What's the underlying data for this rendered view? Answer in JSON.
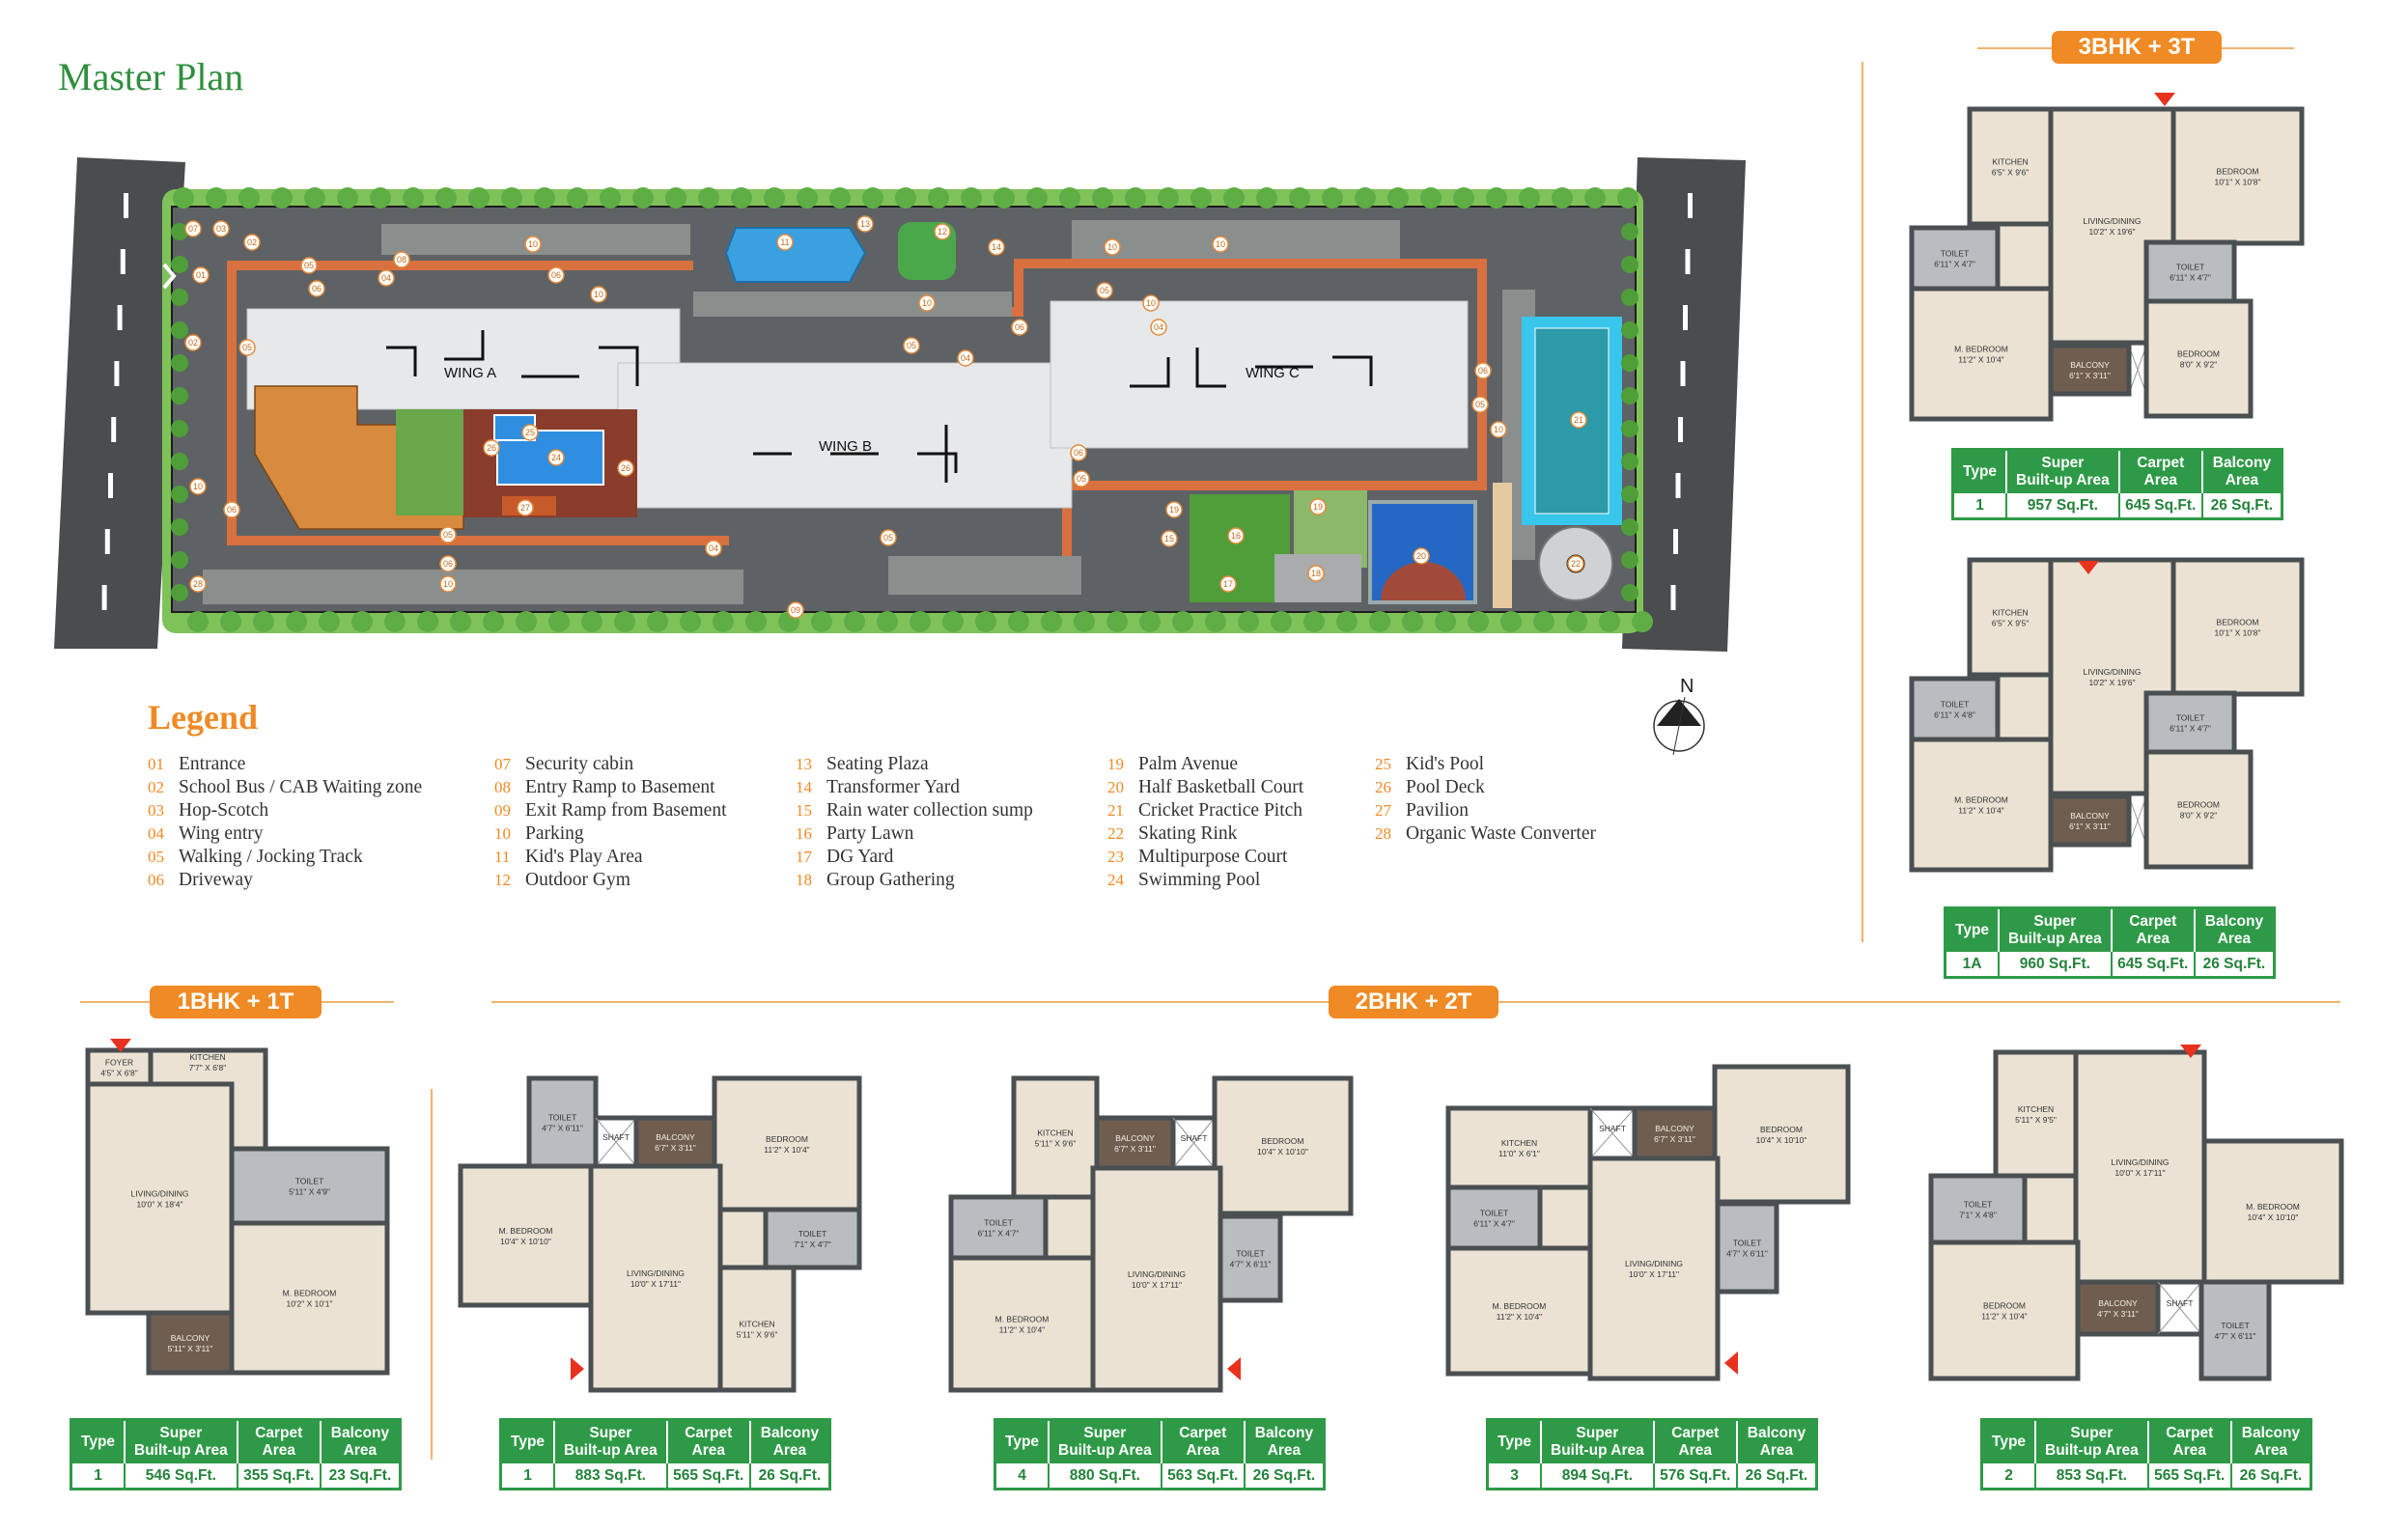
{
  "title": "Master Plan",
  "legend": {
    "title": "Legend",
    "columns": [
      [
        {
          "num": "01",
          "label": "Entrance"
        },
        {
          "num": "02",
          "label": "School Bus / CAB Waiting zone"
        },
        {
          "num": "03",
          "label": "Hop-Scotch"
        },
        {
          "num": "04",
          "label": "Wing entry"
        },
        {
          "num": "05",
          "label": "Walking / Jocking Track"
        },
        {
          "num": "06",
          "label": "Driveway"
        }
      ],
      [
        {
          "num": "07",
          "label": "Security cabin"
        },
        {
          "num": "08",
          "label": "Entry Ramp to Basement"
        },
        {
          "num": "09",
          "label": "Exit Ramp from Basement"
        },
        {
          "num": "10",
          "label": "Parking"
        },
        {
          "num": "11",
          "label": "Kid's Play Area"
        },
        {
          "num": "12",
          "label": "Outdoor Gym"
        }
      ],
      [
        {
          "num": "13",
          "label": "Seating Plaza"
        },
        {
          "num": "14",
          "label": "Transformer Yard"
        },
        {
          "num": "15",
          "label": "Rain water collection sump"
        },
        {
          "num": "16",
          "label": "Party Lawn"
        },
        {
          "num": "17",
          "label": "DG Yard"
        },
        {
          "num": "18",
          "label": "Group Gathering"
        }
      ],
      [
        {
          "num": "19",
          "label": "Palm Avenue"
        },
        {
          "num": "20",
          "label": "Half Basketball Court"
        },
        {
          "num": "21",
          "label": "Cricket Practice Pitch"
        },
        {
          "num": "22",
          "label": "Skating Rink"
        },
        {
          "num": "23",
          "label": "Multipurpose Court"
        },
        {
          "num": "24",
          "label": "Swimming Pool"
        }
      ],
      [
        {
          "num": "25",
          "label": "Kid's Pool"
        },
        {
          "num": "26",
          "label": "Pool Deck"
        },
        {
          "num": "27",
          "label": "Pavilion"
        },
        {
          "num": "28",
          "label": "Organic Waste Converter"
        }
      ]
    ]
  },
  "site_plan": {
    "wings": [
      "WING A",
      "WING B",
      "WING C"
    ],
    "markers": [
      "07",
      "03",
      "02",
      "01",
      "05",
      "06",
      "02",
      "05",
      "08",
      "10",
      "04",
      "06",
      "11",
      "13",
      "10",
      "05",
      "25",
      "24",
      "26",
      "26",
      "27",
      "06",
      "10",
      "28",
      "05",
      "06",
      "10",
      "04",
      "05",
      "09",
      "14",
      "12",
      "10",
      "10",
      "05",
      "06",
      "04",
      "04",
      "06",
      "05",
      "10",
      "21",
      "22",
      "06",
      "05",
      "19",
      "19",
      "16",
      "15",
      "18",
      "20",
      "17",
      "10",
      "10"
    ],
    "compass": "N"
  },
  "sections": {
    "bhk3": "3BHK + 3T",
    "bhk1": "1BHK + 1T",
    "bhk2": "2BHK + 2T"
  },
  "table_headers": {
    "type": "Type",
    "super_1": "Super",
    "super_2": "Built-up Area",
    "carpet_1": "Carpet",
    "carpet_2": "Area",
    "balcony_1": "Balcony",
    "balcony_2": "Area"
  },
  "colors": {
    "accent": "#f08a24",
    "table_green": "#2e9a47",
    "title_green": "#2f8f3e",
    "entry_arrow": "#e8321f"
  },
  "units": [
    {
      "type": "1",
      "super": "957 Sq.Ft.",
      "carpet": "645 Sq.Ft.",
      "balcony": "26 Sq.Ft.",
      "rooms": [
        {
          "name": "KITCHEN",
          "dims": "6'5\" X 9'6\""
        },
        {
          "name": "LIVING/DINING",
          "dims": "10'2\" X 19'6\""
        },
        {
          "name": "BEDROOM",
          "dims": "10'1\" X 10'8\""
        },
        {
          "name": "TOILET",
          "dims": "6'11\" X 4'7\""
        },
        {
          "name": "M. BEDROOM",
          "dims": "11'2\" X 10'4\""
        },
        {
          "name": "BALCONY",
          "dims": "6'1\" X 3'11\""
        },
        {
          "name": "TOILET",
          "dims": "6'11\" X 4'7\""
        },
        {
          "name": "BEDROOM",
          "dims": "8'0\" X 9'2\""
        }
      ]
    },
    {
      "type": "1A",
      "super": "960 Sq.Ft.",
      "carpet": "645 Sq.Ft.",
      "balcony": "26 Sq.Ft.",
      "rooms": [
        {
          "name": "KITCHEN",
          "dims": "6'5\" X 9'5\""
        },
        {
          "name": "LIVING/DINING",
          "dims": "10'2\" X 19'6\""
        },
        {
          "name": "BEDROOM",
          "dims": "10'1\" X 10'8\""
        },
        {
          "name": "TOILET",
          "dims": "6'11\" X 4'8\""
        },
        {
          "name": "M. BEDROOM",
          "dims": "11'2\" X 10'4\""
        },
        {
          "name": "BALCONY",
          "dims": "6'1\" X 3'11\""
        },
        {
          "name": "TOILET",
          "dims": "6'11\" X 4'7\""
        },
        {
          "name": "BEDROOM",
          "dims": "8'0\" X 9'2\""
        }
      ]
    },
    {
      "type": "1",
      "super": "546 Sq.Ft.",
      "carpet": "355 Sq.Ft.",
      "balcony": "23 Sq.Ft.",
      "rooms": [
        {
          "name": "FOYER",
          "dims": "4'5\" X 6'8\""
        },
        {
          "name": "KITCHEN",
          "dims": "7'7\" X 6'8\""
        },
        {
          "name": "LIVING/DINING",
          "dims": "10'0\" X 18'4\""
        },
        {
          "name": "TOILET",
          "dims": "5'11\" X 4'9\""
        },
        {
          "name": "M. BEDROOM",
          "dims": "10'2\" X 10'1\""
        },
        {
          "name": "BALCONY",
          "dims": "5'11\" X 3'11\""
        }
      ]
    },
    {
      "type": "1",
      "super": "883 Sq.Ft.",
      "carpet": "565 Sq.Ft.",
      "balcony": "26 Sq.Ft.",
      "rooms": [
        {
          "name": "TOILET",
          "dims": "4'7\" X 6'11\""
        },
        {
          "name": "SHAFT",
          "dims": ""
        },
        {
          "name": "BALCONY",
          "dims": "6'7\" X 3'11\""
        },
        {
          "name": "BEDROOM",
          "dims": "11'2\" X 10'4\""
        },
        {
          "name": "M. BEDROOM",
          "dims": "10'4\" X 10'10\""
        },
        {
          "name": "LIVING/DINING",
          "dims": "10'0\" X 17'11\""
        },
        {
          "name": "TOILET",
          "dims": "7'1\" X 4'7\""
        },
        {
          "name": "KITCHEN",
          "dims": "5'11\" X 9'6\""
        }
      ]
    },
    {
      "type": "4",
      "super": "880 Sq.Ft.",
      "carpet": "563 Sq.Ft.",
      "balcony": "26 Sq.Ft.",
      "rooms": [
        {
          "name": "KITCHEN",
          "dims": "5'11\" X 9'6\""
        },
        {
          "name": "BALCONY",
          "dims": "6'7\" X 3'11\""
        },
        {
          "name": "SHAFT",
          "dims": ""
        },
        {
          "name": "BEDROOM",
          "dims": "10'4\" X 10'10\""
        },
        {
          "name": "TOILET",
          "dims": "6'11\" X 4'7\""
        },
        {
          "name": "M. BEDROOM",
          "dims": "11'2\" X 10'4\""
        },
        {
          "name": "LIVING/DINING",
          "dims": "10'0\" X 17'11\""
        },
        {
          "name": "TOILET",
          "dims": "4'7\" X 6'11\""
        }
      ]
    },
    {
      "type": "3",
      "super": "894 Sq.Ft.",
      "carpet": "576 Sq.Ft.",
      "balcony": "26 Sq.Ft.",
      "rooms": [
        {
          "name": "KITCHEN",
          "dims": "11'0\" X 6'1\""
        },
        {
          "name": "SHAFT",
          "dims": ""
        },
        {
          "name": "BALCONY",
          "dims": "6'7\" X 3'11\""
        },
        {
          "name": "BEDROOM",
          "dims": "10'4\" X 10'10\""
        },
        {
          "name": "TOILET",
          "dims": "6'11\" X 4'7\""
        },
        {
          "name": "M. BEDROOM",
          "dims": "11'2\" X 10'4\""
        },
        {
          "name": "LIVING/DINING",
          "dims": "10'0\" X 17'11\""
        },
        {
          "name": "TOILET",
          "dims": "4'7\" X 6'11\""
        }
      ]
    },
    {
      "type": "2",
      "super": "853 Sq.Ft.",
      "carpet": "565 Sq.Ft.",
      "balcony": "26 Sq.Ft.",
      "rooms": [
        {
          "name": "KITCHEN",
          "dims": "5'11\" X 9'5\""
        },
        {
          "name": "LIVING/DINING",
          "dims": "10'0\" X 17'11\""
        },
        {
          "name": "TOILET",
          "dims": "7'1\" X 4'8\""
        },
        {
          "name": "BEDROOM",
          "dims": "11'2\" X 10'4\""
        },
        {
          "name": "BALCONY",
          "dims": "4'7\" X 3'11\""
        },
        {
          "name": "SHAFT",
          "dims": ""
        },
        {
          "name": "M. BEDROOM",
          "dims": "10'4\" X 10'10\""
        },
        {
          "name": "TOILET",
          "dims": "4'7\" X 6'11\""
        }
      ]
    }
  ]
}
